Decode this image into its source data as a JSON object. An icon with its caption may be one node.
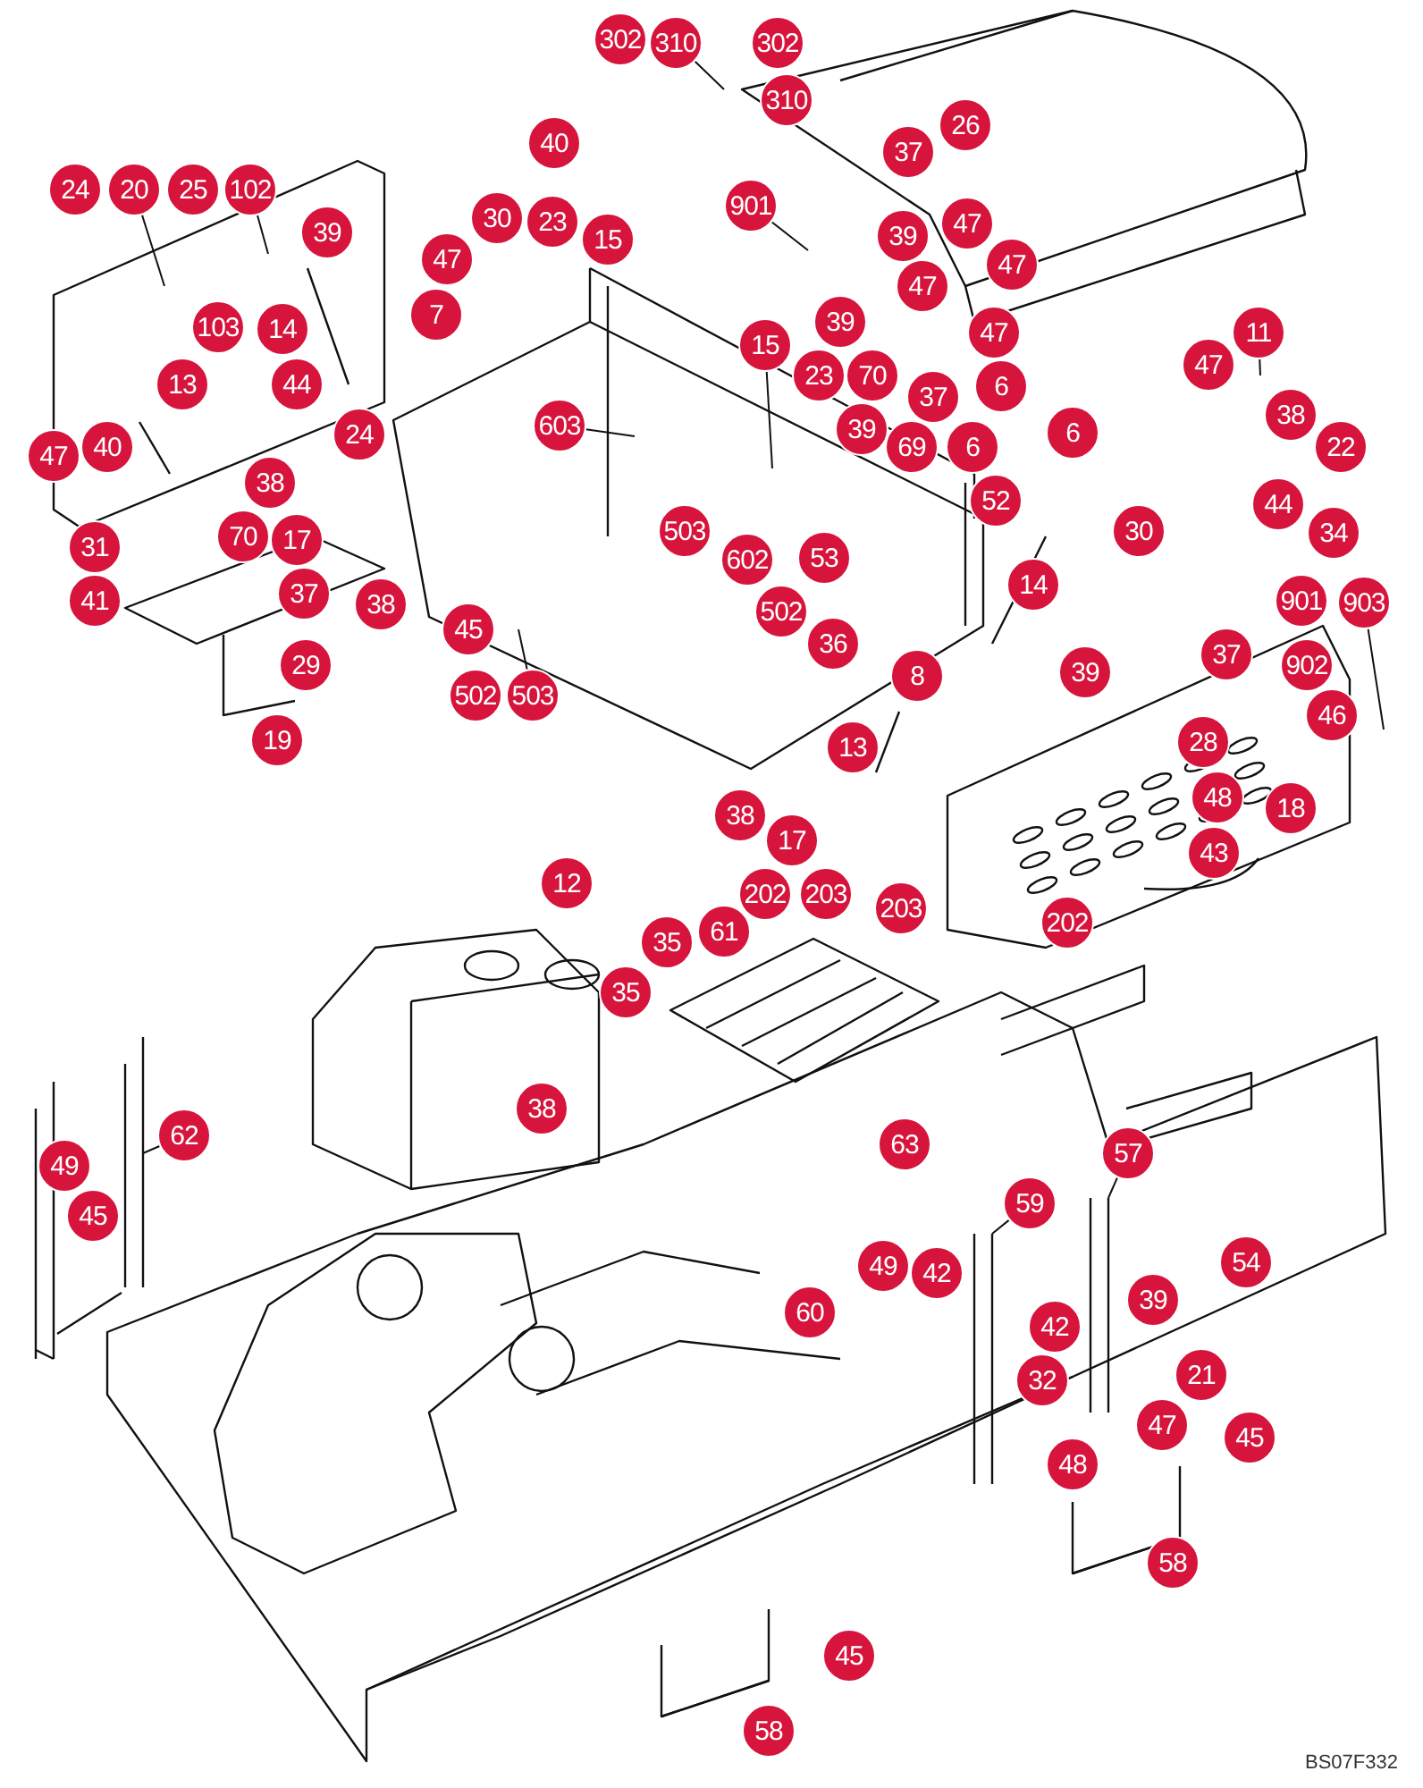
{
  "diagram": {
    "nodes": [
      {
        "text": [
          "302"
        ]
      },
      {
        "text": [
          "310"
        ]
      },
      {
        "text": [
          "302"
        ]
      },
      {
        "text": [
          "310"
        ]
      },
      {
        "text": [
          "26"
        ]
      },
      {
        "text": [
          "40"
        ]
      },
      {
        "text": [
          "37"
        ]
      },
      {
        "text": [
          "24"
        ]
      },
      {
        "text": [
          "20"
        ]
      },
      {
        "text": [
          "25"
        ]
      },
      {
        "text": [
          "102"
        ]
      },
      {
        "text": [
          "39"
        ]
      },
      {
        "text": [
          "30"
        ]
      },
      {
        "text": [
          "23"
        ]
      },
      {
        "text": [
          "15"
        ]
      },
      {
        "text": [
          "901"
        ]
      },
      {
        "text": [
          "39"
        ]
      },
      {
        "text": [
          "47"
        ]
      },
      {
        "text": [
          "47"
        ]
      },
      {
        "text": [
          "47"
        ]
      },
      {
        "text": [
          "47"
        ]
      },
      {
        "text": [
          "103"
        ]
      },
      {
        "text": [
          "14"
        ]
      },
      {
        "text": [
          "7"
        ]
      },
      {
        "text": [
          "15"
        ]
      },
      {
        "text": [
          "39"
        ]
      },
      {
        "text": [
          "47"
        ]
      },
      {
        "text": [
          "11"
        ]
      },
      {
        "text": [
          "13"
        ]
      },
      {
        "text": [
          "44"
        ]
      },
      {
        "text": [
          "23"
        ]
      },
      {
        "text": [
          "70"
        ]
      },
      {
        "text": [
          "37"
        ]
      },
      {
        "text": [
          "6"
        ]
      },
      {
        "text": [
          "47"
        ]
      },
      {
        "text": [
          "47"
        ]
      },
      {
        "text": [
          "40"
        ]
      },
      {
        "text": [
          "24"
        ]
      },
      {
        "text": [
          "603"
        ]
      },
      {
        "text": [
          "39"
        ]
      },
      {
        "text": [
          "69"
        ]
      },
      {
        "text": [
          "6"
        ]
      },
      {
        "text": [
          "6"
        ]
      },
      {
        "text": [
          "38"
        ]
      },
      {
        "text": [
          "22"
        ]
      },
      {
        "text": [
          "38"
        ]
      },
      {
        "text": [
          "52"
        ]
      },
      {
        "text": [
          "44"
        ]
      },
      {
        "text": [
          "31"
        ]
      },
      {
        "text": [
          "70"
        ]
      },
      {
        "text": [
          "17"
        ]
      },
      {
        "text": [
          "503"
        ]
      },
      {
        "text": [
          "602"
        ]
      },
      {
        "text": [
          "53"
        ]
      },
      {
        "text": [
          "30"
        ]
      },
      {
        "text": [
          "34"
        ]
      },
      {
        "text": [
          "41"
        ]
      },
      {
        "text": [
          "37"
        ]
      },
      {
        "text": [
          "38"
        ]
      },
      {
        "text": [
          "502"
        ]
      },
      {
        "text": [
          "14"
        ]
      },
      {
        "text": [
          "901"
        ]
      },
      {
        "text": [
          "903"
        ]
      },
      {
        "text": [
          "29"
        ]
      },
      {
        "text": [
          "45"
        ]
      },
      {
        "text": [
          "36"
        ]
      },
      {
        "text": [
          "8"
        ]
      },
      {
        "text": [
          "39"
        ]
      },
      {
        "text": [
          "37"
        ]
      },
      {
        "text": [
          "902"
        ]
      },
      {
        "text": [
          "46"
        ]
      },
      {
        "text": [
          "502"
        ]
      },
      {
        "text": [
          "503"
        ]
      },
      {
        "text": [
          "19"
        ]
      },
      {
        "text": [
          "13"
        ]
      },
      {
        "text": [
          "28"
        ]
      },
      {
        "text": [
          "38"
        ]
      },
      {
        "text": [
          "48"
        ]
      },
      {
        "text": [
          "18"
        ]
      },
      {
        "text": [
          "17"
        ]
      },
      {
        "text": [
          "43"
        ]
      },
      {
        "text": [
          "12"
        ]
      },
      {
        "text": [
          "202"
        ]
      },
      {
        "text": [
          "203"
        ]
      },
      {
        "text": [
          "35"
        ]
      },
      {
        "text": [
          "61"
        ]
      },
      {
        "text": [
          "203"
        ]
      },
      {
        "text": [
          "202"
        ]
      },
      {
        "text": [
          "35"
        ]
      },
      {
        "text": [
          "38"
        ]
      },
      {
        "text": [
          "49"
        ]
      },
      {
        "text": [
          "62"
        ]
      },
      {
        "text": [
          "63"
        ]
      },
      {
        "text": [
          "57"
        ]
      },
      {
        "text": [
          "45"
        ]
      },
      {
        "text": [
          "59"
        ]
      },
      {
        "text": [
          "49"
        ]
      },
      {
        "text": [
          "42"
        ]
      },
      {
        "text": [
          "54"
        ]
      },
      {
        "text": [
          "60"
        ]
      },
      {
        "text": [
          "42"
        ]
      },
      {
        "text": [
          "39"
        ]
      },
      {
        "text": [
          "32"
        ]
      },
      {
        "text": [
          "21"
        ]
      },
      {
        "text": [
          "48"
        ]
      },
      {
        "text": [
          "47"
        ]
      },
      {
        "text": [
          "45"
        ]
      },
      {
        "text": [
          "58"
        ]
      },
      {
        "text": [
          "45"
        ]
      },
      {
        "text": [
          "58"
        ]
      },
      {
        "text": [],
        "shape": "picture"
      },
      {
        "text": [],
        "shape": "picture"
      },
      {
        "text": [],
        "shape": "picture"
      }
    ],
    "edges": [
      {
        "from": 1,
        "to": null,
        "arrow": "none"
      },
      {
        "from": 8,
        "to": null,
        "arrow": "none"
      },
      {
        "from": 10,
        "to": null,
        "arrow": "none"
      },
      {
        "from": 15,
        "to": null,
        "arrow": "none"
      },
      {
        "from": 24,
        "to": null,
        "arrow": "none"
      },
      {
        "from": 27,
        "to": null,
        "arrow": "none"
      },
      {
        "from": 38,
        "to": null,
        "arrow": "none"
      },
      {
        "from": 62,
        "to": null,
        "arrow": "none"
      },
      {
        "from": 72,
        "to": null,
        "arrow": "none"
      },
      {
        "from": 91,
        "to": 110,
        "arrow": "none"
      },
      {
        "from": 93,
        "to": 112,
        "arrow": "none"
      },
      {
        "from": 95,
        "to": 111,
        "arrow": "none"
      }
    ],
    "labels": [
      "BS07F332"
    ]
  }
}
